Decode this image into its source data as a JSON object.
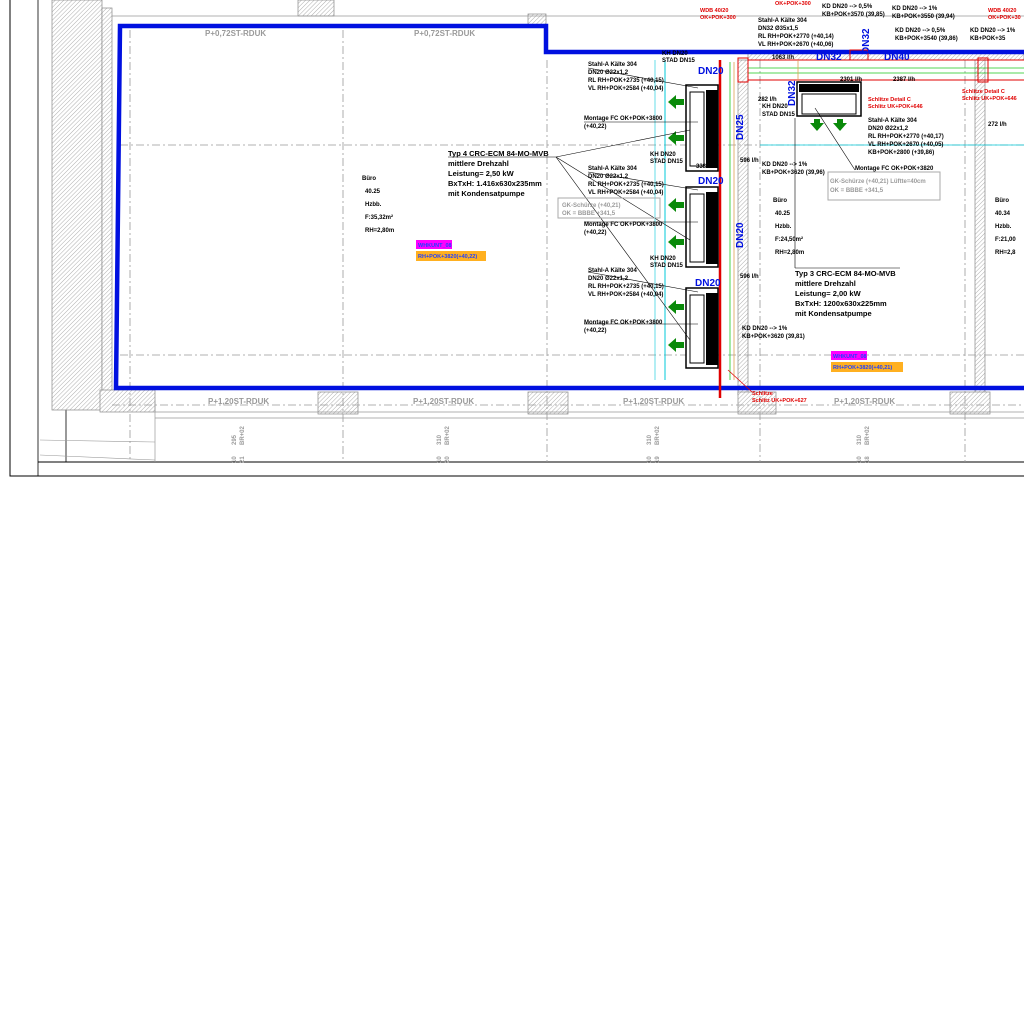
{
  "drawing": {
    "ceiling_labels_top": [
      "P+0,72ST-RDUK",
      "P+0,72ST-RDUK"
    ],
    "ceiling_labels_bottom": [
      "P+1,20ST-RDUK",
      "P+1,20ST-RDUK",
      "P+1,20ST-RDUK",
      "P+1,20ST-RDUK"
    ],
    "axis_labels": [
      {
        "dim": "295",
        "ref": "BR+02",
        "sub1": "10",
        "sub2": "21"
      },
      {
        "dim": "310",
        "ref": "BR+02",
        "sub1": "10",
        "sub2": "20"
      },
      {
        "dim": "310",
        "ref": "BR+02",
        "sub1": "10",
        "sub2": "19"
      },
      {
        "dim": "310",
        "ref": "BR+02",
        "sub1": "10",
        "sub2": "18"
      }
    ],
    "rooms": [
      {
        "name": "Büro",
        "number": "40.25",
        "type": "Hzbb.",
        "area": "F:35,32m²",
        "height": "RH=2,80m",
        "tag": "WHKUNT_08",
        "tag2": "RH+POK+3820(+40,22)"
      },
      {
        "name": "Büro",
        "number": "40.25",
        "type": "Hzbb.",
        "area": "F:24,50m²",
        "height": "RH=2,80m",
        "tag": "WHKUNT_08",
        "tag2": "RH+POK+3820(+40,21)"
      },
      {
        "name": "Büro",
        "number": "40.34",
        "type": "Hzbb.",
        "area": "F:21,00",
        "height": "RH=2,8"
      }
    ],
    "unit_type4": {
      "l1": "Typ 4  CRC-ECM 84-MO-MVB",
      "l2": "mittlere Drehzahl",
      "l3": "Leistung= 2,50 kW",
      "l4": "BxTxH: 1.416x630x235mm",
      "l5": "mit Kondensatpumpe"
    },
    "unit_type3": {
      "l1": "Typ 3  CRC-ECM 84-MO-MVB",
      "l2": "mittlere Drehzahl",
      "l3": "Leistung= 2,00 kW",
      "l4": "BxTxH: 1200x630x225mm",
      "l5": "mit Kondensatpumpe"
    },
    "fancoil_labels": [
      {
        "a": "Stahl-A Kälte 304",
        "b": "DN20 Ø22x1,2",
        "c": "RL RH+POK+2735 (+40,15)",
        "d": "VL RH+POK+2584 (+40,04)"
      },
      {
        "a": "Stahl-A Kälte 304",
        "b": "DN20 Ø22x1,2",
        "c": "RL RH+POK+2735 (+40,15)",
        "d": "VL RH+POK+2584 (+40,04)"
      },
      {
        "a": "Stahl-A Kälte 304",
        "b": "DN20 Ø22x1,2",
        "c": "RL RH+POK+2735 (+40,15)",
        "d": "VL RH+POK+2584 (+40,04)"
      }
    ],
    "montage_labels": [
      {
        "a": "Montage FC OK+POK+3800",
        "b": "(+40,22)"
      },
      {
        "a": "Montage FC OK+POK+3800",
        "b": "(+40,22)"
      },
      {
        "a": "Montage FC OK+POK+3800",
        "b": "(+40,22)"
      }
    ],
    "stad_labels": [
      {
        "a": "KH DN20",
        "b": "STAD DN15"
      },
      {
        "a": "KH DN20",
        "b": "STAD DN15"
      },
      {
        "a": "KH DN20",
        "b": "STAD DN15"
      },
      {
        "a": "KH DN20",
        "b": "STAD DN15"
      }
    ],
    "pipe_sizes": {
      "dn20a": "DN20",
      "dn20b": "DN20",
      "dn20c": "DN20",
      "dn25": "DN25",
      "dn20v": "DN20",
      "dn32": "DN32",
      "dn40": "DN40",
      "dn32v": "DN32",
      "dn32h": "DN32"
    },
    "flows": {
      "f1": "338 l/h",
      "f2": "596 l/h",
      "f3": "596 l/h",
      "f4": "282 l/h",
      "f5": "1063 l/h",
      "f6": "2301 l/h",
      "f7": "2387 l/h",
      "f8": "272 l/h"
    },
    "kd_labels": [
      {
        "a": "KD DN20 --> 1%",
        "b": "KB+POK+3620 (39,96)"
      },
      {
        "a": "KD DN20 --> 1%",
        "b": "KB+POK+3620 (39,81)"
      },
      {
        "a": "KD DN20 --> 0,5%",
        "b": "KB+POK+3570 (39,85)"
      },
      {
        "a": "KD DN20 --> 1%",
        "b": "KB+POK+3550 (39,94)"
      },
      {
        "a": "KD DN20 --> 0,5%",
        "b": "KB+POK+3540 (39,86)"
      },
      {
        "a": "KD DN20 --> 1%",
        "b": "KB+POK+35"
      }
    ],
    "unit_horiz": {
      "a": "Stahl-A Kälte 304",
      "b": "DN32 Ø35x1,5",
      "c": "RL RH+POK+2770 (+40,14)",
      "d": "VL RH+POK+2670 (+40,06)"
    },
    "unit_horiz2": {
      "a": "Stahl-A Kälte 304",
      "b": "DN20 Ø22x1,2",
      "c": "RL RH+POK+2770 (+40,17)",
      "d": "VL RH+POK+2670 (+40,05)",
      "e": "KB+POK+2800 (+39,86)"
    },
    "montage_right": "Montage FC OK+POK+3820",
    "gk_box": {
      "a": "GK-Schürze (+40,21)  Lüftte=40cm",
      "b": "OK = BBBE +341,5"
    },
    "gk_box_left": {
      "a": "GK-Schürze (+40,21)",
      "b": "OK = BBBE +341,5"
    },
    "red_notes": [
      {
        "a": "Schlitze Detail C",
        "b": "Schlitz UK+POK+646"
      },
      {
        "a": "Schlitze Detail C",
        "b": "Schlitz UK+POK+646"
      },
      {
        "a": "Schlitze",
        "b": "Schlitz UK+POK+627"
      },
      {
        "a": "WDB 40/20",
        "b": "OK+POK+300"
      },
      {
        "a": "WDB 40/20",
        "b": "OK+POK+30"
      },
      {
        "a": "OK+POK+300"
      }
    ],
    "colors": {
      "boundary": "#0010e0",
      "pipe_riser": "#e00000",
      "air_arrow": "#0a8a0a",
      "tag_magenta": "#ff00ff",
      "tag_orange": "#ffb020",
      "cold_line": "#00c8d8"
    }
  }
}
